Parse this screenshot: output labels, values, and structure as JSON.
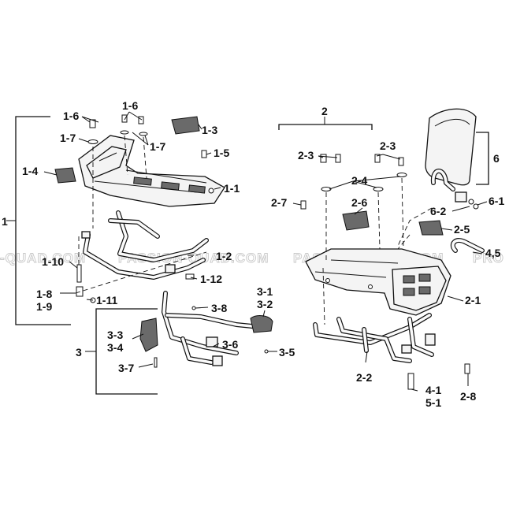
{
  "watermarks": [
    "-QUAD.COM",
    "PASSION-QUAD.COM",
    "PASSION-QUAD.COM",
    "PRO"
  ],
  "labels": {
    "g1": "1",
    "l1_1": "1-1",
    "l1_2": "1-2",
    "l1_3": "1-3",
    "l1_4": "1-4",
    "l1_5": "1-5",
    "l1_6a": "1-6",
    "l1_6b": "1-6",
    "l1_7a": "1-7",
    "l1_7b": "1-7",
    "l1_8": "1-8",
    "l1_9": "1-9",
    "l1_10": "1-10",
    "l1_11": "1-11",
    "l1_12": "1-12",
    "g2": "2",
    "l2_1": "2-1",
    "l2_2": "2-2",
    "l2_3a": "2-3",
    "l2_3b": "2-3",
    "l2_4": "2-4",
    "l2_5": "2-5",
    "l2_6": "2-6",
    "l2_7": "2-7",
    "l2_8": "2-8",
    "g3": "3",
    "l3_1": "3-1",
    "l3_2": "3-2",
    "l3_3": "3-3",
    "l3_4": "3-4",
    "l3_5": "3-5",
    "l3_6": "3-6",
    "l3_7": "3-7",
    "l3_8": "3-8",
    "l4_1": "4-1",
    "l4_5": "4,5",
    "l5_1": "5-1",
    "g6": "6",
    "l6_1": "6-1",
    "l6_2": "6-2"
  }
}
